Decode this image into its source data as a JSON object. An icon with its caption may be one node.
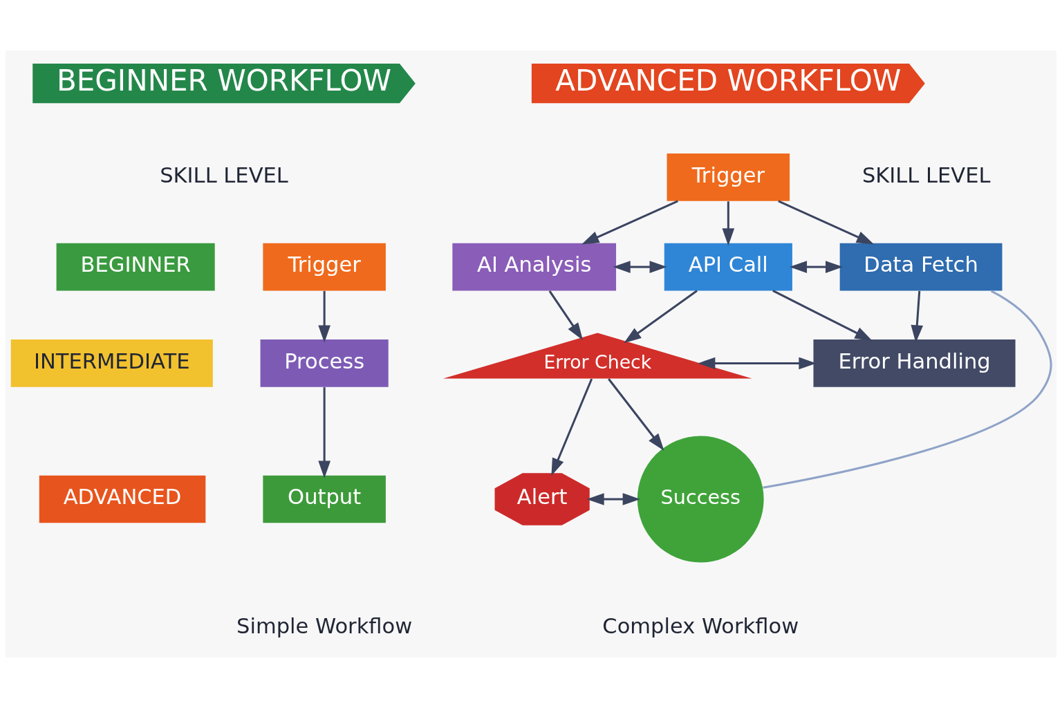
{
  "diagram": {
    "nodes": [
      {
        "text": [
          "BEGINNER WORKFLOW"
        ]
      },
      {
        "text": [
          "BEGINNER"
        ]
      },
      {
        "text": [
          "INTERMEDIATE"
        ]
      },
      {
        "text": [
          "ADVANCED"
        ]
      },
      {
        "text": [
          "Trigger"
        ]
      },
      {
        "text": [
          "Process"
        ]
      },
      {
        "text": [
          "Output"
        ]
      },
      {
        "text": [
          "ADVANCED WORKFLOW"
        ]
      },
      {
        "text": [
          "Trigger"
        ]
      },
      {
        "text": [
          "AI Analysis"
        ]
      },
      {
        "text": [
          "API Call"
        ]
      },
      {
        "text": [
          "Data Fetch"
        ]
      },
      {
        "text": [
          "Error Check"
        ]
      },
      {
        "text": [
          "Error Handling"
        ]
      },
      {
        "text": [
          "Alert"
        ]
      },
      {
        "text": [
          "Success"
        ]
      }
    ],
    "edges": [
      {
        "from": 4,
        "to": 5,
        "arrow": "to"
      },
      {
        "from": 5,
        "to": 6,
        "arrow": "to"
      },
      {
        "from": 8,
        "to": 9,
        "arrow": "to"
      },
      {
        "from": 8,
        "to": 10,
        "arrow": "to"
      },
      {
        "from": 8,
        "to": 11,
        "arrow": "to"
      },
      {
        "from": 9,
        "to": 10,
        "arrow": "both"
      },
      {
        "from": 10,
        "to": 11,
        "arrow": "both"
      },
      {
        "from": 9,
        "to": 12,
        "arrow": "to"
      },
      {
        "from": 10,
        "to": 12,
        "arrow": "to"
      },
      {
        "from": 10,
        "to": 13,
        "arrow": "to"
      },
      {
        "from": 11,
        "to": 13,
        "arrow": "to"
      },
      {
        "from": 12,
        "to": 13,
        "arrow": "both"
      },
      {
        "from": 12,
        "to": 14,
        "arrow": "to"
      },
      {
        "from": 12,
        "to": 15,
        "arrow": "to"
      },
      {
        "from": 14,
        "to": 15,
        "arrow": "both"
      },
      {
        "from": 11,
        "to": 15,
        "arrow": "none",
        "color": "#8fa3c7"
      }
    ],
    "labels": [
      "SKILL LEVEL",
      "SKILL LEVEL",
      "Simple Workflow",
      "Complex Workflow"
    ]
  }
}
